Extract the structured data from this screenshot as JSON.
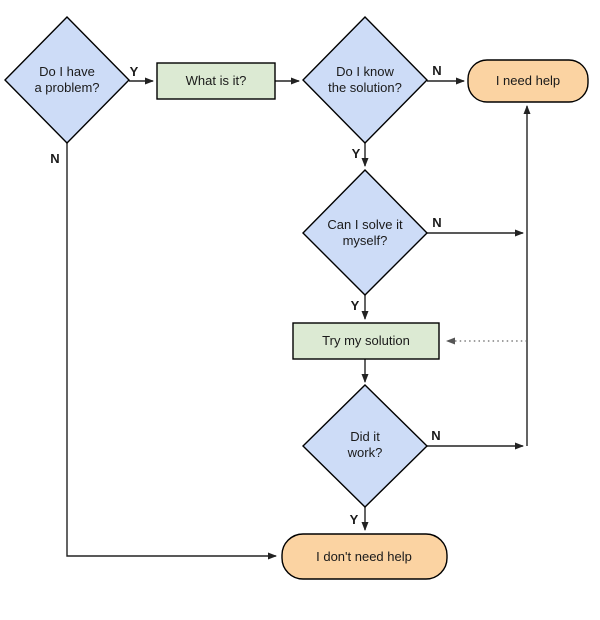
{
  "colors": {
    "decision_fill": "#cddcf7",
    "process_fill": "#dcead3",
    "terminal_fill": "#fbd3a2",
    "line": "#222222",
    "dotted_line": "#666666"
  },
  "nodes": {
    "problem": {
      "shape": "diamond",
      "lines": [
        "Do I have",
        "a problem?"
      ]
    },
    "what_is_it": {
      "shape": "rectangle",
      "lines": [
        "What is it?"
      ]
    },
    "know_solution": {
      "shape": "diamond",
      "lines": [
        "Do I know",
        "the solution?"
      ]
    },
    "need_help": {
      "shape": "rounded",
      "lines": [
        "I need help"
      ]
    },
    "solve_myself": {
      "shape": "diamond",
      "lines": [
        "Can I solve it",
        "myself?"
      ]
    },
    "try_solution": {
      "shape": "rectangle",
      "lines": [
        "Try my solution"
      ]
    },
    "did_it_work": {
      "shape": "diamond",
      "lines": [
        "Did it",
        "work?"
      ]
    },
    "dont_need_help": {
      "shape": "rounded",
      "lines": [
        "I don't need help"
      ]
    }
  },
  "edge_labels": {
    "problem_yes": "Y",
    "problem_no": "N",
    "know_no": "N",
    "know_yes": "Y",
    "solve_no": "N",
    "solve_yes": "Y",
    "work_no": "N",
    "work_yes": "Y"
  }
}
